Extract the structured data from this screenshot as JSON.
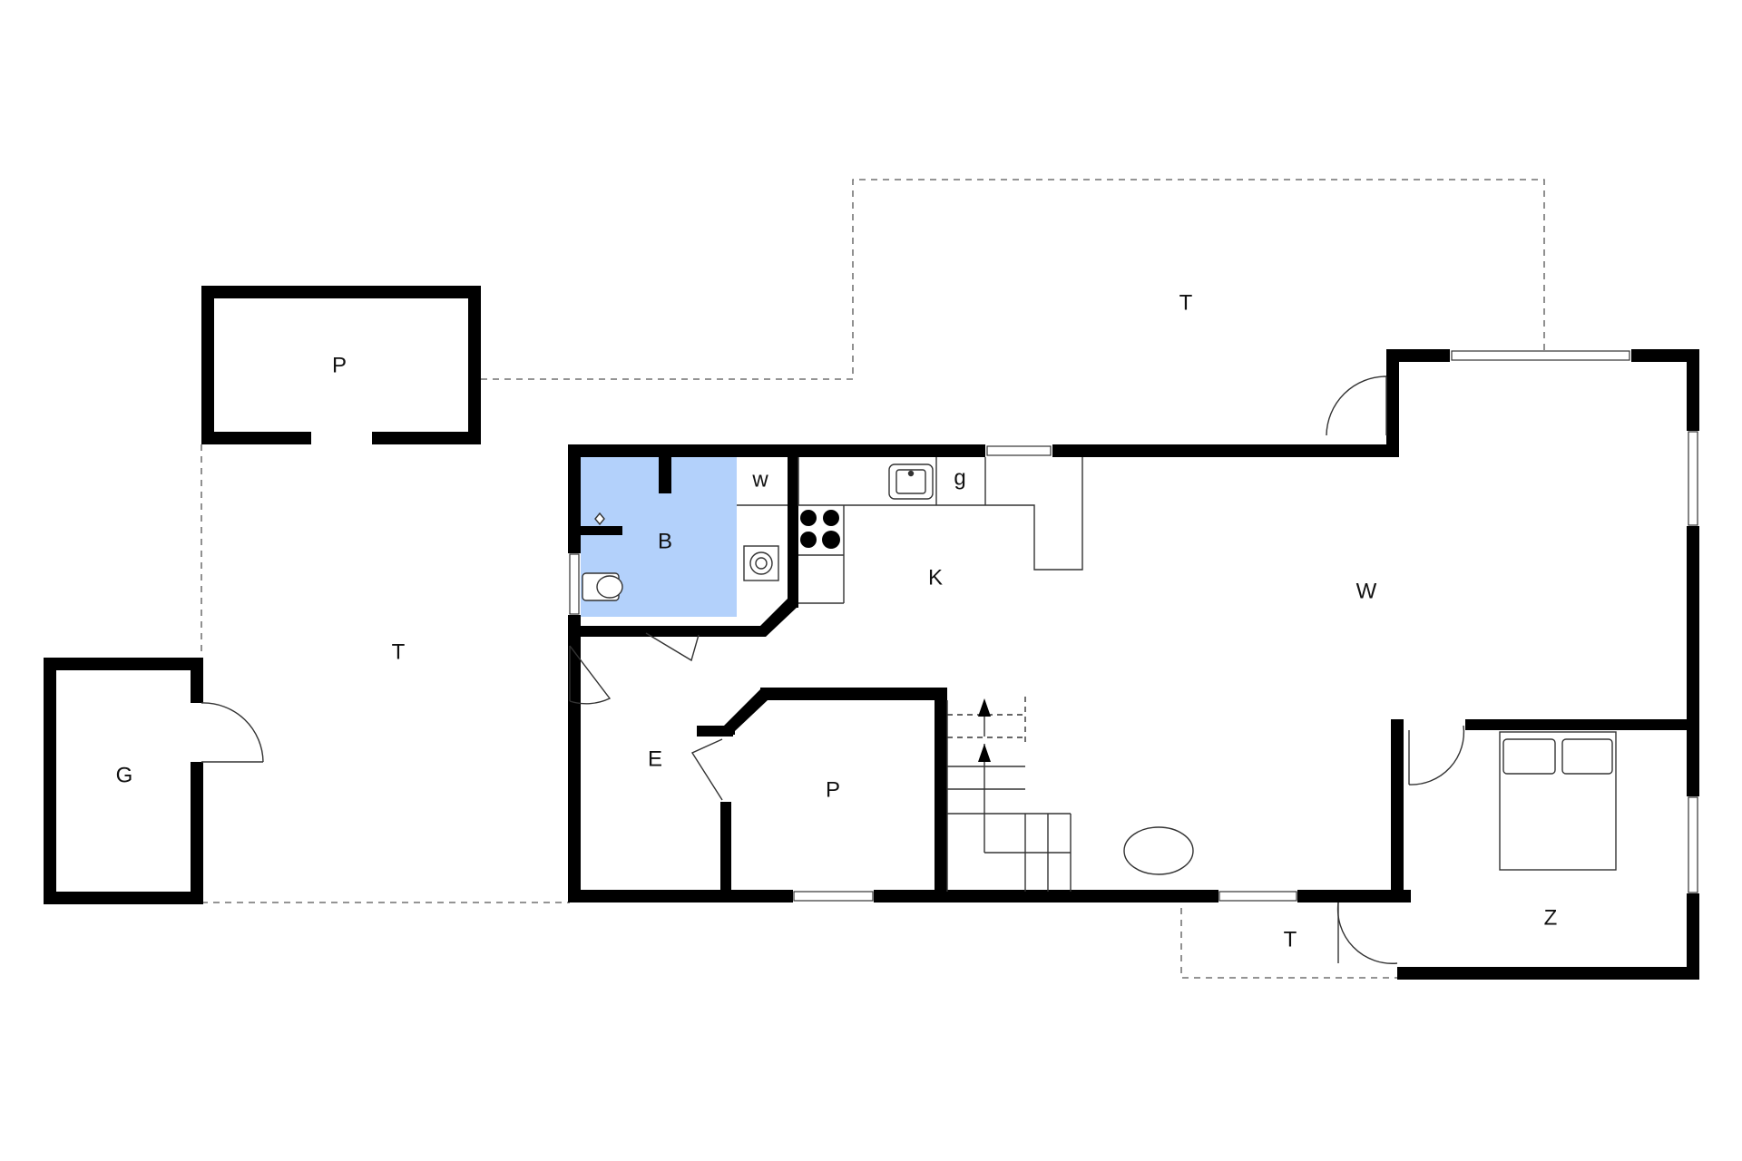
{
  "floor_plan": {
    "colors": {
      "wall": "#000000",
      "bathroom_fill": "#b3d1fb",
      "background": "#ffffff"
    },
    "rooms": [
      {
        "id": "terrace-north",
        "label": "T"
      },
      {
        "id": "shed-top",
        "label": "P"
      },
      {
        "id": "terrace-west",
        "label": "T"
      },
      {
        "id": "garage",
        "label": "G"
      },
      {
        "id": "bathroom",
        "label": "B"
      },
      {
        "id": "utility",
        "label": "w"
      },
      {
        "id": "kitchen-g",
        "label": "g"
      },
      {
        "id": "kitchen",
        "label": "K"
      },
      {
        "id": "living",
        "label": "W"
      },
      {
        "id": "entrance",
        "label": "E"
      },
      {
        "id": "pantry",
        "label": "P"
      },
      {
        "id": "bedroom",
        "label": "Z"
      },
      {
        "id": "terrace-south",
        "label": "T"
      }
    ],
    "icons": [
      "door-swing-icon",
      "window-icon",
      "stairs-icon",
      "stove-icon",
      "sink-icon",
      "toilet-icon",
      "shower-icon",
      "washbasin-icon",
      "bed-icon",
      "dining-table-icon"
    ]
  }
}
